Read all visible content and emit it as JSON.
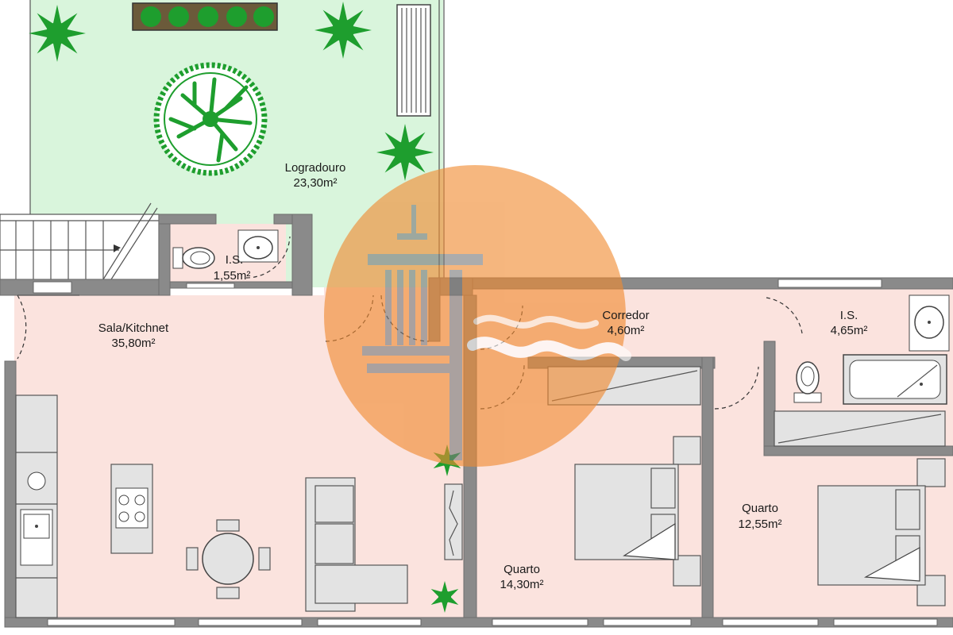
{
  "rooms": {
    "logradouro": {
      "name": "Logradouro",
      "area": "23,30m²"
    },
    "is_small": {
      "name": "I.S.",
      "area": "1,55m²"
    },
    "sala": {
      "name": "Sala/Kitchnet",
      "area": "35,80m²"
    },
    "corredor": {
      "name": "Corredor",
      "area": "4,60m²"
    },
    "is_large": {
      "name": "I.S.",
      "area": "4,65m²"
    },
    "quarto_right": {
      "name": "Quarto",
      "area": "12,55m²"
    },
    "quarto_center": {
      "name": "Quarto",
      "area": "14,30m²"
    }
  },
  "colors": {
    "garden": "#d9f5dc",
    "interior": "#fbe3de",
    "wall": "#8a8a8a",
    "plant": "#1e9e2e",
    "watermark": "#f08a30"
  },
  "watermark": {
    "icon": "house-wave-logo-watermark"
  }
}
